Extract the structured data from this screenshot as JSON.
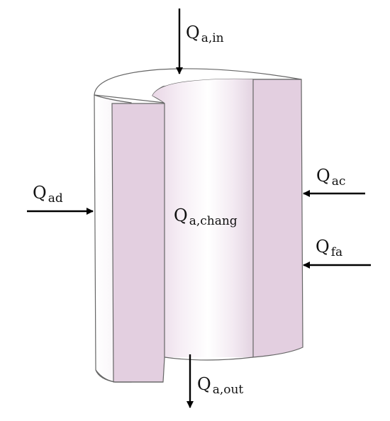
{
  "labels": {
    "q_a_in": {
      "main": "Q",
      "sub": "a,in"
    },
    "q_ad": {
      "main": "Q",
      "sub": "ad"
    },
    "q_ac": {
      "main": "Q",
      "sub": "ac"
    },
    "q_a_chang": {
      "main": "Q",
      "sub": "a,chang"
    },
    "q_fa": {
      "main": "Q",
      "sub": "fa"
    },
    "q_a_out": {
      "main": "Q",
      "sub": "a,out"
    }
  },
  "colors": {
    "wall_section": "#e3cfe0",
    "bore_highlight": "#ffffff",
    "outline": "#555555",
    "arrow": "#000000"
  }
}
